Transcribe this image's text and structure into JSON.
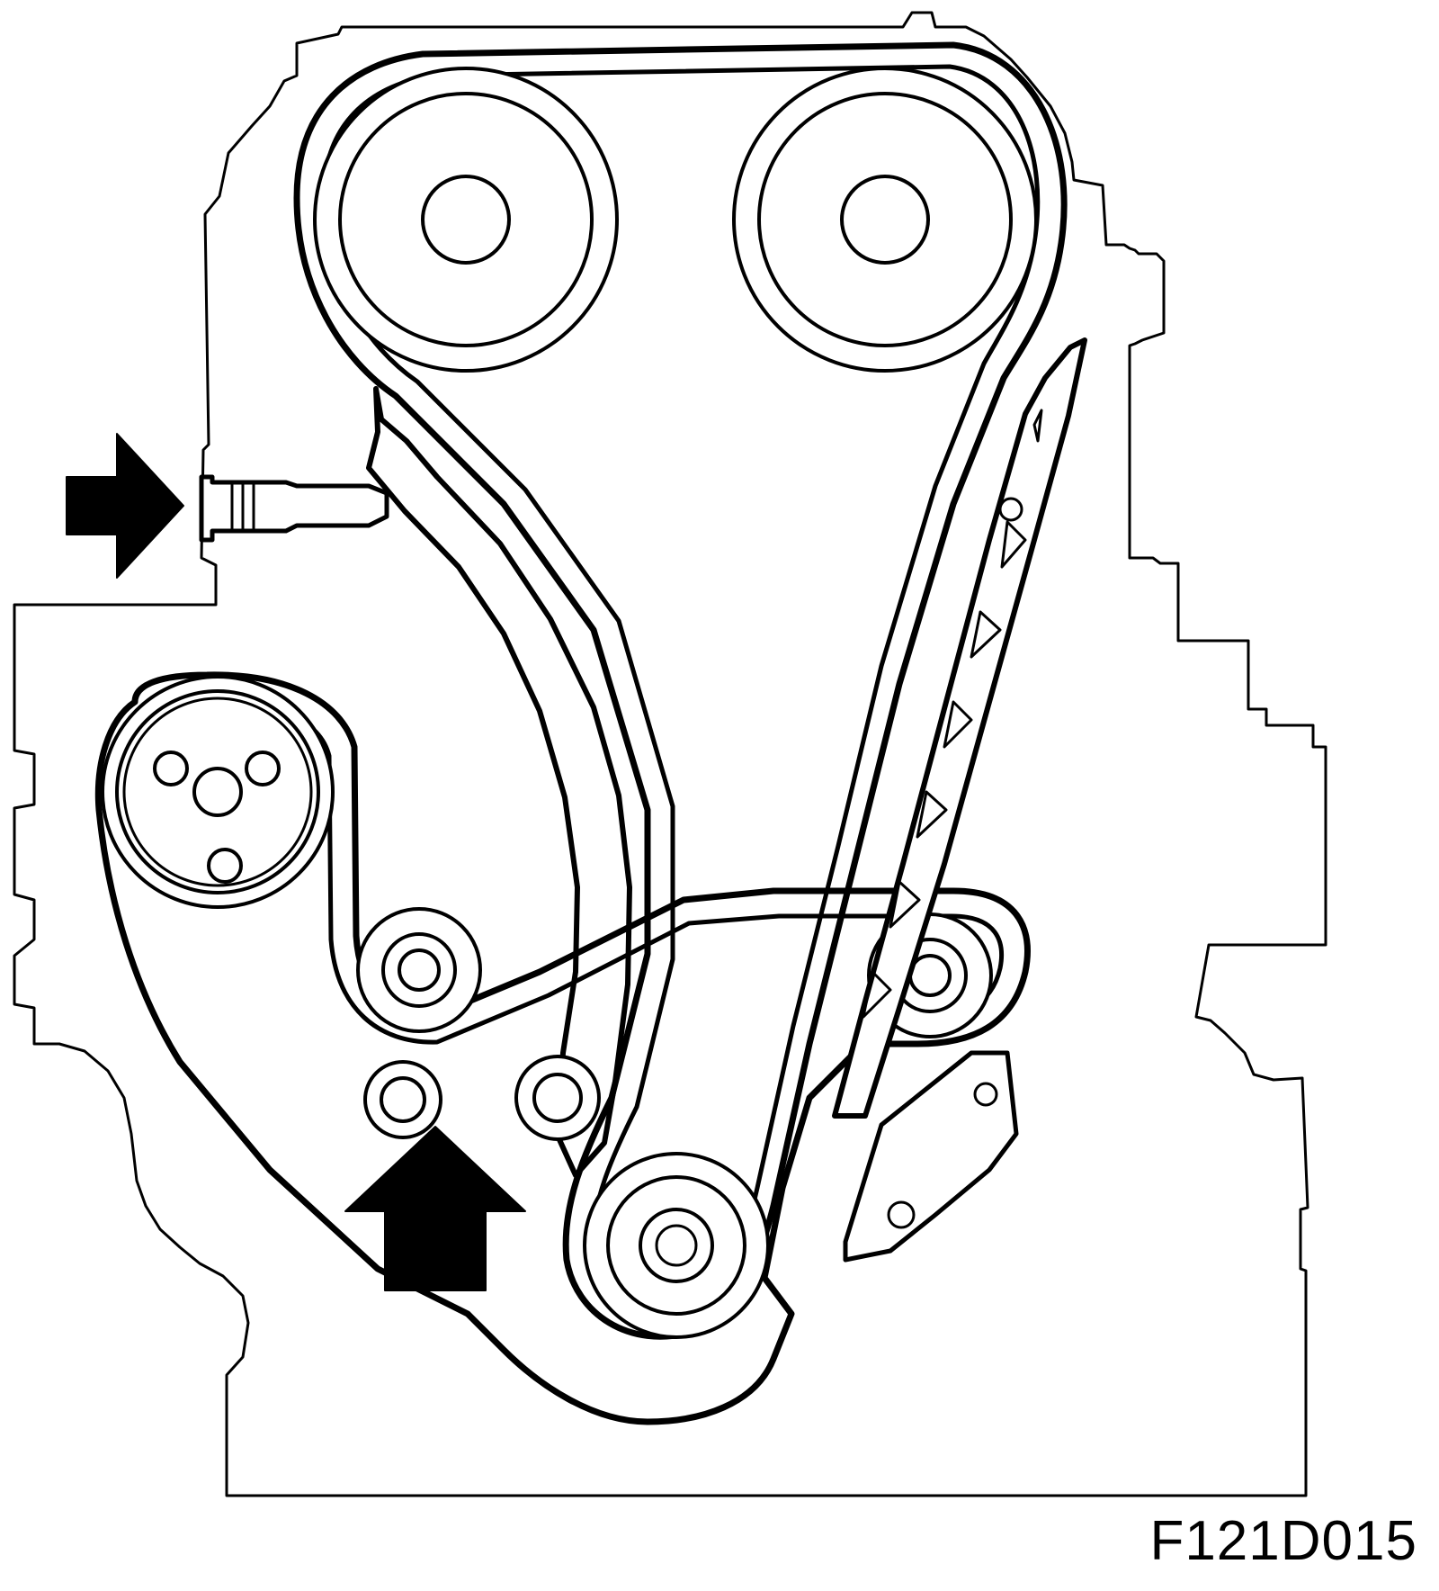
{
  "figure": {
    "code": "F121D015"
  },
  "colors": {
    "line": "#000000",
    "fill": "#ffffff"
  },
  "components": [
    "engine-block-outline",
    "timing-chain-upper",
    "timing-chain-lower",
    "camshaft-sprocket-intake",
    "camshaft-sprocket-exhaust",
    "balance-shaft-sprocket",
    "crankshaft-sprocket",
    "idler-sprocket",
    "chain-tensioner-guide",
    "fixed-chain-guide",
    "chain-tensioner",
    "locating-arrow"
  ]
}
